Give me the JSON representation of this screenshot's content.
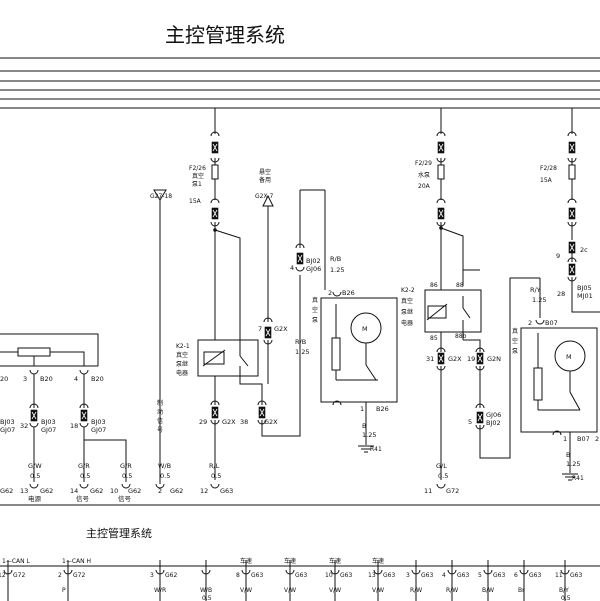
{
  "title": "主控管理系统",
  "subtitle": "主控管理系统",
  "fuses": {
    "f226": {
      "name": "F2/26",
      "desc1": "真空",
      "desc2": "泵1",
      "rating": "15A"
    },
    "f229": {
      "name": "F2/29",
      "desc1": "水泵",
      "rating": "20A"
    },
    "f228": {
      "name": "F2/28",
      "rating": "15A"
    }
  },
  "labels": {
    "g2718": "G27-18",
    "spare1": "悬空",
    "spare2": "备用",
    "g2x7": "G2X-7",
    "bj02_a": "BJ02",
    "gj06_a": "GJ06",
    "n4": "4",
    "rb_a": "R/B",
    "rb_a_size": "1.25",
    "rb_b": "R/B",
    "rb_b_size": "1.25",
    "n7": "7",
    "g2x_a": "G2X",
    "n2_b26": "2",
    "b26_top": "B26",
    "pump1_a": "真",
    "pump1_b": "空",
    "pump1_c": "泵",
    "n1_b26": "1",
    "b26_bot": "B26",
    "b_a": "B",
    "b_a_size": "1.25",
    "r41_a": "R41",
    "k21": "K2-1",
    "k21_a": "真空",
    "k21_b": "泵继",
    "k21_c": "电器",
    "n29": "29",
    "g2x_29": "G2X",
    "n38": "38",
    "g2x_38": "G2X",
    "rl": "R/L",
    "rl_size": "0.5",
    "n12_a": "12",
    "g63_a": "G63",
    "wb": "W/B",
    "wb_size": "0.5",
    "n2_g62": "2",
    "g62_a": "G62",
    "brake1": "制",
    "brake2": "动",
    "brake3": "信",
    "brake4": "号",
    "k22": "K2-2",
    "k22_a": "真空",
    "k22_b": "泵继",
    "k22_c": "电器",
    "n86": "86",
    "n88": "88",
    "n85": "85",
    "n88b": "88b",
    "n31": "31",
    "g2x_31": "G2X",
    "n19": "19",
    "g2n": "G2N",
    "gj06_b": "GJ06",
    "n5": "5",
    "bj02_b": "BJ02",
    "gl": "G/L",
    "gl_size": "0.5",
    "n11": "11",
    "g72": "G72",
    "n9": "9",
    "n2c": "2c",
    "n28": "28",
    "bj05": "BJ05",
    "mj01": "MJ01",
    "ry": "R/Y",
    "ry_size": "1.25",
    "n2_b07": "2",
    "b07_top": "B07",
    "pump2_a": "真",
    "pump2_b": "空",
    "pump2_c": "泵",
    "n1_b07": "1",
    "b07_bot": "B07",
    "b_b": "B",
    "b_b_size": "1.25",
    "r41_b": "R41",
    "n20": "20",
    "n3": "3",
    "b20_a": "B20",
    "n4b": "4",
    "b20_b": "B20",
    "bj03_a": "BJ03",
    "gj07_a": "GJ07",
    "n32": "32",
    "bj03_b": "BJ03",
    "gj07_b": "GJ07",
    "n18": "18",
    "bj03_c": "BJ03",
    "gj07_c": "GJ07",
    "gw": "G/W",
    "gw_size": "0.5",
    "gr1": "G/R",
    "gr1_size": "0.5",
    "gr2": "G/R",
    "gr2_size": "0.5",
    "g62_l": "G62",
    "n13": "13",
    "g62_13": "G62",
    "power": "电源",
    "n14": "14",
    "g62_14": "G62",
    "signal1": "信号",
    "n10": "10",
    "g62_10": "G62",
    "signal2": "信号",
    "motor": "M",
    "num_2": "2"
  },
  "bottom_row": [
    {
      "top": "1—CAN L",
      "pin": "12",
      "conn": "G72",
      "wire": ""
    },
    {
      "top": "1—CAN H",
      "pin": "2",
      "conn": "G72",
      "wire": "P"
    },
    {
      "top": "",
      "pin": "3",
      "conn": "G62",
      "wire": "W/R"
    },
    {
      "top": "",
      "pin": "",
      "conn": "",
      "wire": "W/B",
      "size": "0.5"
    },
    {
      "top": "车速",
      "pin": "8",
      "conn": "G63",
      "wire": "V/W"
    },
    {
      "top": "车速",
      "pin": "",
      "conn": "G63",
      "wire": "V/W"
    },
    {
      "top": "车速",
      "pin": "10",
      "conn": "G63",
      "wire": "V/W"
    },
    {
      "top": "车速",
      "pin": "13",
      "conn": "G63",
      "wire": "V/W"
    },
    {
      "top": "",
      "pin": "3",
      "conn": "G63",
      "wire": "R/W"
    },
    {
      "top": "",
      "pin": "4",
      "conn": "G63",
      "wire": "R/W"
    },
    {
      "top": "",
      "pin": "5",
      "conn": "G63",
      "wire": "B/W"
    },
    {
      "top": "",
      "pin": "6",
      "conn": "G63",
      "wire": "Br"
    },
    {
      "top": "",
      "pin": "11",
      "conn": "G63",
      "wire": "B/Y",
      "size": "0.5"
    }
  ]
}
